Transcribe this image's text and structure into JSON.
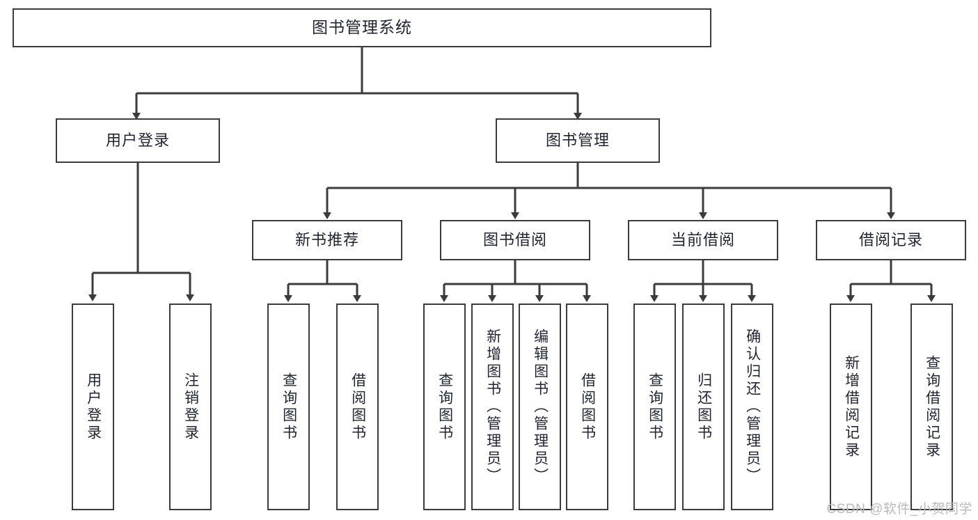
{
  "diagram": {
    "title": "图书管理系统",
    "type": "tree",
    "watermark": "CSDN @软件_小贺同学",
    "colors": {
      "box_border": "#3b3b3b",
      "box_fill": "#ffffff",
      "edge": "#3b3b3b",
      "text": "#1f2430",
      "watermark": "#b9b9b9"
    },
    "levels": {
      "root": {
        "label": "图书管理系统"
      },
      "level2": [
        {
          "label": "用户登录"
        },
        {
          "label": "图书管理"
        }
      ],
      "level3": [
        {
          "label": "新书推荐"
        },
        {
          "label": "图书借阅"
        },
        {
          "label": "当前借阅"
        },
        {
          "label": "借阅记录"
        }
      ],
      "leaves": [
        {
          "label": "用户登录",
          "parent": "用户登录"
        },
        {
          "label": "注销登录",
          "parent": "用户登录"
        },
        {
          "label": "查询图书",
          "parent": "新书推荐"
        },
        {
          "label": "借阅图书",
          "parent": "新书推荐"
        },
        {
          "label": "查询图书",
          "parent": "图书借阅"
        },
        {
          "label": "新增图书（管理员）",
          "parent": "图书借阅"
        },
        {
          "label": "编辑图书（管理员）",
          "parent": "图书借阅"
        },
        {
          "label": "借阅图书",
          "parent": "图书借阅"
        },
        {
          "label": "查询图书",
          "parent": "当前借阅"
        },
        {
          "label": "归还图书",
          "parent": "当前借阅"
        },
        {
          "label": "确认归还（管理员）",
          "parent": "当前借阅"
        },
        {
          "label": "新增借阅记录",
          "parent": "借阅记录"
        },
        {
          "label": "查询借阅记录",
          "parent": "借阅记录"
        }
      ]
    }
  }
}
